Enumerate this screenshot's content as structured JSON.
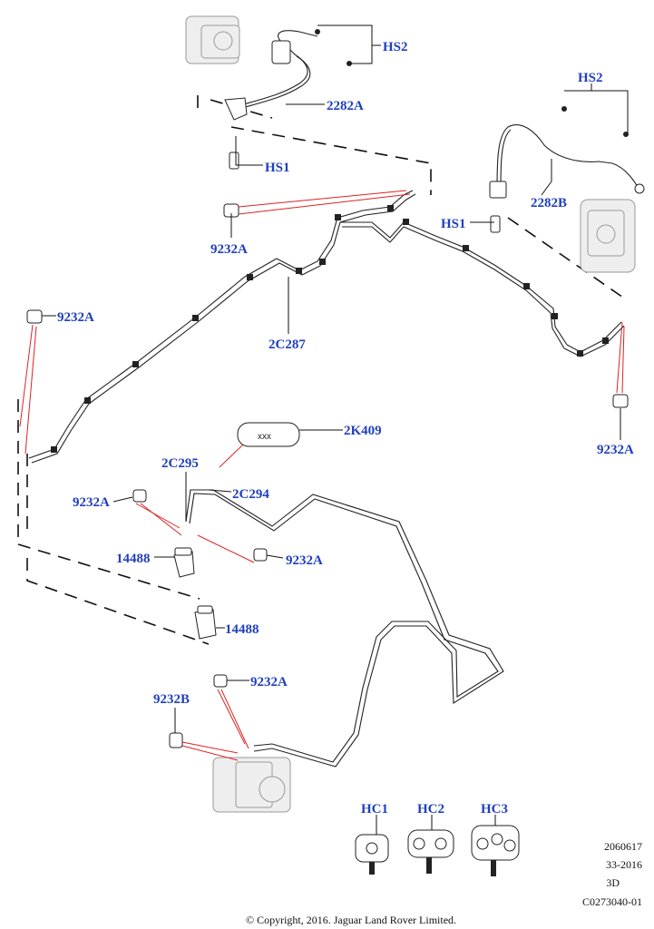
{
  "callouts": {
    "hs2_top": "HS2",
    "c2282a": "2282A",
    "hs1_top": "HS1",
    "hs2_right": "HS2",
    "c2282b": "2282B",
    "hs1_right": "HS1",
    "c9232a_1": "9232A",
    "c9232a_2": "9232A",
    "c2c287": "2C287",
    "c9232a_3": "9232A",
    "c2k409": "2K409",
    "c2c295": "2C295",
    "c2c294": "2C294",
    "c9232a_4": "9232A",
    "c9232a_5": "9232A",
    "c14488_1": "14488",
    "c14488_2": "14488",
    "c9232a_6": "9232A",
    "c9232b": "9232B",
    "hc1": "HC1",
    "hc2": "HC2",
    "hc3": "HC3"
  },
  "meta": {
    "line1": "2060617",
    "line2": "33-2016",
    "line3": "3D",
    "line4": "C0273040-01"
  },
  "copyright": "© Copyright, 2016. Jaguar Land Rover Limited."
}
